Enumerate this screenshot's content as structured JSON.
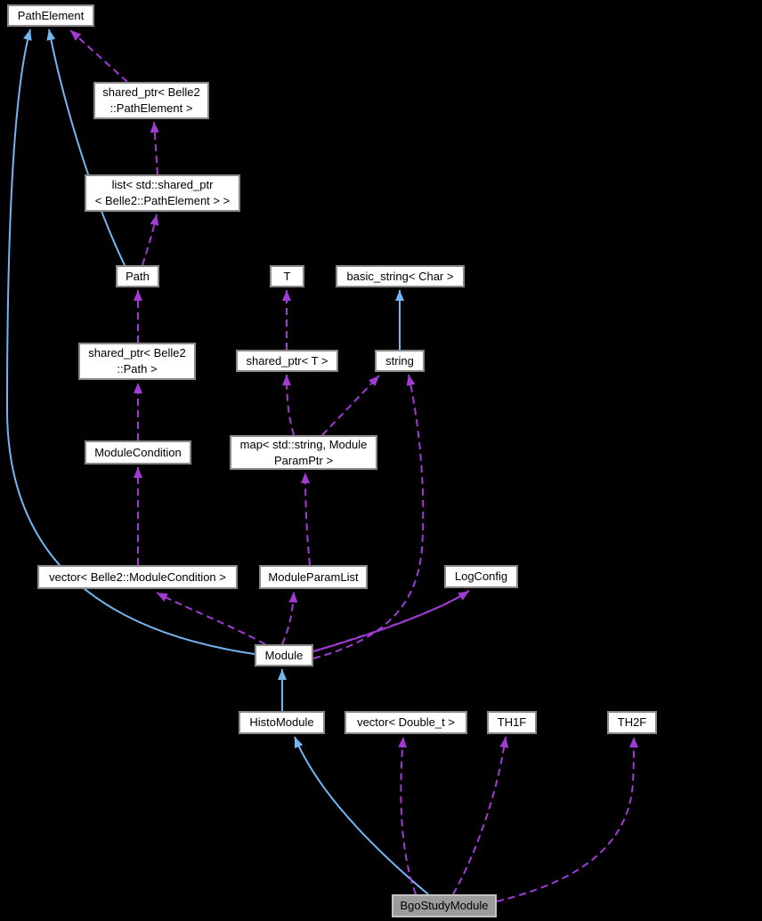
{
  "diagram_type": "doxygen-collaboration-graph",
  "colors": {
    "background": "#000000",
    "node_fill": "#ffffff",
    "node_border": "#8a8a8a",
    "node_text": "#000000",
    "highlight_fill": "#9c9c9c",
    "highlight_border": "#c2c2c2",
    "inherit_edge": "#74b6f2",
    "usage_edge": "#a23bd6"
  },
  "nodes": [
    {
      "label": "PathElement"
    },
    {
      "label": "shared_ptr< Belle2\n::PathElement >"
    },
    {
      "label": "list< std::shared_ptr\n< Belle2::PathElement > >"
    },
    {
      "label": "Path"
    },
    {
      "label": "T"
    },
    {
      "label": "basic_string< Char >"
    },
    {
      "label": "shared_ptr< Belle2\n::Path >"
    },
    {
      "label": "shared_ptr< T >"
    },
    {
      "label": "string"
    },
    {
      "label": "ModuleCondition"
    },
    {
      "label": "map< std::string, Module\nParamPtr >"
    },
    {
      "label": "vector< Belle2::ModuleCondition >"
    },
    {
      "label": "ModuleParamList"
    },
    {
      "label": "LogConfig"
    },
    {
      "label": "Module"
    },
    {
      "label": "HistoModule"
    },
    {
      "label": "vector< Double_t >"
    },
    {
      "label": "TH1F"
    },
    {
      "label": "TH2F"
    },
    {
      "label": "BgoStudyModule"
    }
  ],
  "edges": [
    {
      "from": "Path",
      "to": "PathElement",
      "type": "inheritance"
    },
    {
      "from": "Module",
      "to": "PathElement",
      "type": "inheritance"
    },
    {
      "from": "string",
      "to": "basic_string< Char >",
      "type": "inheritance"
    },
    {
      "from": "HistoModule",
      "to": "Module",
      "type": "inheritance"
    },
    {
      "from": "BgoStudyModule",
      "to": "HistoModule",
      "type": "inheritance"
    },
    {
      "from": "shared_ptr< Belle2::PathElement >",
      "to": "PathElement",
      "type": "usage"
    },
    {
      "from": "list< std::shared_ptr< Belle2::PathElement > >",
      "to": "shared_ptr< Belle2::PathElement >",
      "type": "usage"
    },
    {
      "from": "Path",
      "to": "list< std::shared_ptr< Belle2::PathElement > >",
      "type": "usage"
    },
    {
      "from": "shared_ptr< Belle2::Path >",
      "to": "Path",
      "type": "usage"
    },
    {
      "from": "ModuleCondition",
      "to": "shared_ptr< Belle2::Path >",
      "type": "usage"
    },
    {
      "from": "vector< Belle2::ModuleCondition >",
      "to": "ModuleCondition",
      "type": "usage"
    },
    {
      "from": "shared_ptr< T >",
      "to": "T",
      "type": "usage"
    },
    {
      "from": "map< std::string, ModuleParamPtr >",
      "to": "shared_ptr< T >",
      "type": "usage"
    },
    {
      "from": "map< std::string, ModuleParamPtr >",
      "to": "string",
      "type": "usage"
    },
    {
      "from": "Module",
      "to": "vector< Belle2::ModuleCondition >",
      "type": "usage"
    },
    {
      "from": "Module",
      "to": "ModuleParamList",
      "type": "usage"
    },
    {
      "from": "Module",
      "to": "LogConfig",
      "type": "usage"
    },
    {
      "from": "Module",
      "to": "string",
      "type": "usage"
    },
    {
      "from": "ModuleParamList",
      "to": "map< std::string, ModuleParamPtr >",
      "type": "usage"
    },
    {
      "from": "BgoStudyModule",
      "to": "vector< Double_t >",
      "type": "usage"
    },
    {
      "from": "BgoStudyModule",
      "to": "TH1F",
      "type": "usage"
    },
    {
      "from": "BgoStudyModule",
      "to": "TH2F",
      "type": "usage"
    }
  ]
}
